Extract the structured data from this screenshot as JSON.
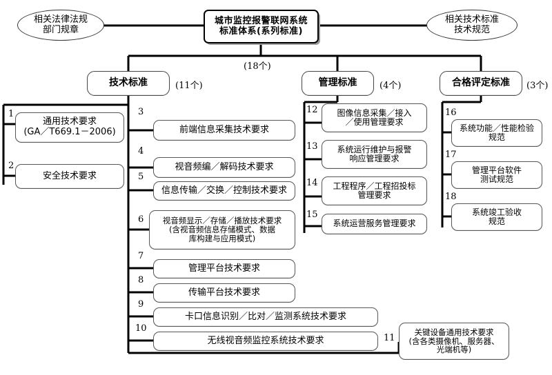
{
  "diagram": {
    "title": "城市监控报警联网系统标准体系(系列标准)",
    "root": {
      "label": "城市监控报警联网系统\n标准体系(系列标准)",
      "count": "(18个)"
    },
    "side_notes": [
      {
        "name": "related-laws",
        "label": "相关法律法规\n部门规章"
      },
      {
        "name": "related-tech-standards",
        "label": "相关技术标准\n技术规范"
      }
    ],
    "branches": [
      {
        "name": "technical-standards",
        "label": "技术标准",
        "count": "(11个)"
      },
      {
        "name": "management-standards",
        "label": "管理标准",
        "count": "(4个)"
      },
      {
        "name": "conformity-assessment-standards",
        "label": "合格评定标准",
        "count": "(3个)"
      }
    ],
    "items": {
      "technical_left": [
        {
          "num": "1",
          "label": "通用技术要求\n(GA／T669.1－2006)"
        },
        {
          "num": "2",
          "label": "安全技术要求"
        }
      ],
      "technical_main": [
        {
          "num": "3",
          "label": "前端信息采集技术要求"
        },
        {
          "num": "4",
          "label": "视音频编／解码技术要求"
        },
        {
          "num": "5",
          "label": "信息传输／交换／控制技术要求"
        },
        {
          "num": "6",
          "label": "视音频显示／存储／播放技术要求\n(含视音频信息存储模式、数据\n库构建与应用模式)"
        },
        {
          "num": "7",
          "label": "管理平台技术要求"
        },
        {
          "num": "8",
          "label": "传输平台技术要求"
        },
        {
          "num": "9",
          "label": "卡口信息识别／比对／监测系统技术要求"
        },
        {
          "num": "10",
          "label": "无线视音频监控系统技术要求"
        },
        {
          "num": "11",
          "label": "关键设备通用技术要求\n(含各类摄像机、服务器、\n光端机等)"
        }
      ],
      "management": [
        {
          "num": "12",
          "label": "图像信息采集／接入\n／使用管理要求"
        },
        {
          "num": "13",
          "label": "系统运行维护与报警\n响应管理要求"
        },
        {
          "num": "14",
          "label": "工程程序／工程招投标\n管理要求"
        },
        {
          "num": "15",
          "label": "系统运营服务管理要求"
        }
      ],
      "conformity": [
        {
          "num": "16",
          "label": "系统功能／性能检验\n规范"
        },
        {
          "num": "17",
          "label": "管理平台软件\n测试规范"
        },
        {
          "num": "18",
          "label": "系统竣工验收\n规范"
        }
      ]
    },
    "colors": {
      "line": "#000000",
      "node_border": "#555555",
      "background": "#ffffff",
      "shadow": "#9a9a9a"
    }
  }
}
